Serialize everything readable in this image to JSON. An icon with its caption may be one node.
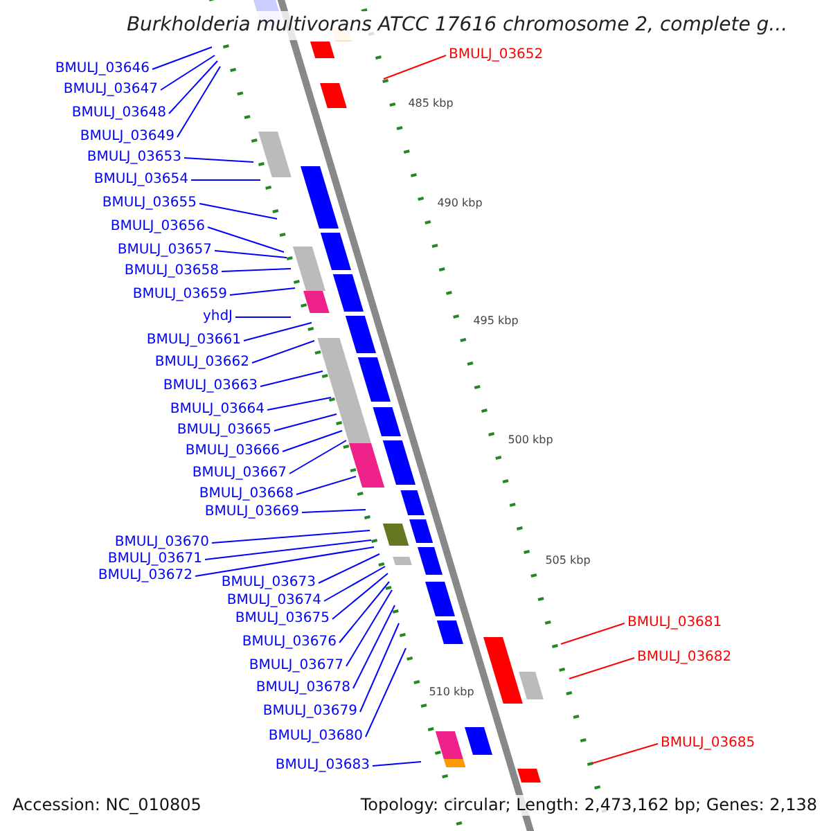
{
  "diagram": {
    "title": "Burkholderia multivorans ATCC 17616 chromosome 2, complete g...",
    "nodes": [
      {
        "text": [
          "BMULJ_03646"
        ]
      },
      {
        "text": [
          "BMULJ_03647"
        ]
      },
      {
        "text": [
          "BMULJ_03648"
        ]
      },
      {
        "text": [
          "BMULJ_03649"
        ]
      },
      {
        "text": [
          "BMULJ_03653"
        ]
      },
      {
        "text": [
          "BMULJ_03654"
        ]
      },
      {
        "text": [
          "BMULJ_03655"
        ]
      },
      {
        "text": [
          "BMULJ_03656"
        ]
      },
      {
        "text": [
          "BMULJ_03657"
        ]
      },
      {
        "text": [
          "BMULJ_03658"
        ]
      },
      {
        "text": [
          "BMULJ_03659"
        ]
      },
      {
        "text": [
          "yhdJ"
        ]
      },
      {
        "text": [
          "BMULJ_03661"
        ]
      },
      {
        "text": [
          "BMULJ_03662"
        ]
      },
      {
        "text": [
          "BMULJ_03663"
        ]
      },
      {
        "text": [
          "BMULJ_03664"
        ]
      },
      {
        "text": [
          "BMULJ_03665"
        ]
      },
      {
        "text": [
          "BMULJ_03666"
        ]
      },
      {
        "text": [
          "BMULJ_03667"
        ]
      },
      {
        "text": [
          "BMULJ_03668"
        ]
      },
      {
        "text": [
          "BMULJ_03669"
        ]
      },
      {
        "text": [
          "BMULJ_03670"
        ]
      },
      {
        "text": [
          "BMULJ_03671"
        ]
      },
      {
        "text": [
          "BMULJ_03672"
        ]
      },
      {
        "text": [
          "BMULJ_03673"
        ]
      },
      {
        "text": [
          "BMULJ_03674"
        ]
      },
      {
        "text": [
          "BMULJ_03675"
        ]
      },
      {
        "text": [
          "BMULJ_03676"
        ]
      },
      {
        "text": [
          "BMULJ_03677"
        ]
      },
      {
        "text": [
          "BMULJ_03678"
        ]
      },
      {
        "text": [
          "BMULJ_03679"
        ]
      },
      {
        "text": [
          "BMULJ_03680"
        ]
      },
      {
        "text": [
          "BMULJ_03683"
        ]
      },
      {
        "text": [
          "BMULJ_03652"
        ]
      },
      {
        "text": [
          "BMULJ_03681"
        ]
      },
      {
        "text": [
          "BMULJ_03682"
        ]
      },
      {
        "text": [
          "BMULJ_03685"
        ]
      }
    ],
    "edges": [
      {
        "from": 0,
        "to": null,
        "arrow": "none"
      },
      {
        "from": 1,
        "to": null,
        "arrow": "none"
      },
      {
        "from": 2,
        "to": null,
        "arrow": "none"
      },
      {
        "from": 3,
        "to": null,
        "arrow": "none"
      },
      {
        "from": 4,
        "to": null,
        "arrow": "none"
      },
      {
        "from": 5,
        "to": null,
        "arrow": "none"
      },
      {
        "from": 6,
        "to": null,
        "arrow": "none"
      },
      {
        "from": 7,
        "to": null,
        "arrow": "none"
      },
      {
        "from": 8,
        "to": null,
        "arrow": "none"
      },
      {
        "from": 9,
        "to": null,
        "arrow": "none"
      },
      {
        "from": 10,
        "to": null,
        "arrow": "none"
      },
      {
        "from": 11,
        "to": null,
        "arrow": "none"
      },
      {
        "from": 12,
        "to": null,
        "arrow": "none"
      },
      {
        "from": 13,
        "to": null,
        "arrow": "none"
      },
      {
        "from": 14,
        "to": null,
        "arrow": "none"
      },
      {
        "from": 15,
        "to": null,
        "arrow": "none"
      },
      {
        "from": 16,
        "to": null,
        "arrow": "none"
      },
      {
        "from": 17,
        "to": null,
        "arrow": "none"
      },
      {
        "from": 18,
        "to": null,
        "arrow": "none"
      },
      {
        "from": 19,
        "to": null,
        "arrow": "none"
      },
      {
        "from": 20,
        "to": null,
        "arrow": "none"
      },
      {
        "from": 21,
        "to": null,
        "arrow": "none"
      },
      {
        "from": 22,
        "to": null,
        "arrow": "none"
      },
      {
        "from": 23,
        "to": null,
        "arrow": "none"
      },
      {
        "from": 24,
        "to": null,
        "arrow": "none"
      },
      {
        "from": 25,
        "to": null,
        "arrow": "none"
      },
      {
        "from": 26,
        "to": null,
        "arrow": "none"
      },
      {
        "from": 27,
        "to": null,
        "arrow": "none"
      },
      {
        "from": 28,
        "to": null,
        "arrow": "none"
      },
      {
        "from": 29,
        "to": null,
        "arrow": "none"
      },
      {
        "from": 30,
        "to": null,
        "arrow": "none"
      },
      {
        "from": 31,
        "to": null,
        "arrow": "none"
      },
      {
        "from": 32,
        "to": null,
        "arrow": "none"
      },
      {
        "from": 33,
        "to": null,
        "arrow": "none",
        "color": "#ff0000"
      },
      {
        "from": 34,
        "to": null,
        "arrow": "none",
        "color": "#ff0000"
      },
      {
        "from": 35,
        "to": null,
        "arrow": "none",
        "color": "#ff0000"
      },
      {
        "from": 36,
        "to": null,
        "arrow": "none",
        "color": "#ff0000"
      }
    ],
    "labels": [
      "485 kbp",
      "490 kbp",
      "495 kbp",
      "500 kbp",
      "505 kbp",
      "510 kbp",
      "Accession: NC_010805",
      "Topology: circular; Length: 2,473,162 bp; Genes: 2,138"
    ]
  }
}
